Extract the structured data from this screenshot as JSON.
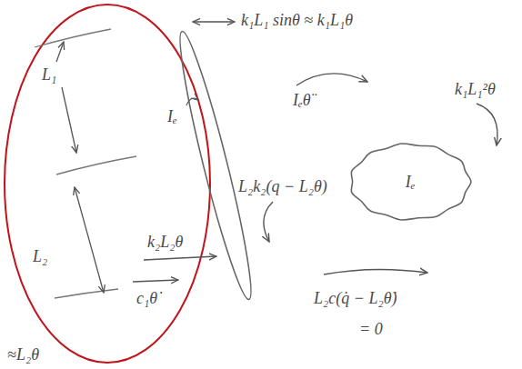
{
  "diagram": {
    "nodes": [
      {
        "text": [
          "Iₑ"
        ]
      }
    ],
    "labels": [
      "k₁L₁ sinθ ≈ k₁L₁θ",
      "L₁",
      "Iₑ",
      "Iₑθ̈",
      "k₁L₁²θ",
      "L₂k₂(q − L₂θ)",
      "L₂",
      "k₂L₂θ",
      "c₁θ̇",
      "L₂c(q̇ − L₂θ̇)",
      "= 0",
      "≈L₂θ"
    ]
  }
}
